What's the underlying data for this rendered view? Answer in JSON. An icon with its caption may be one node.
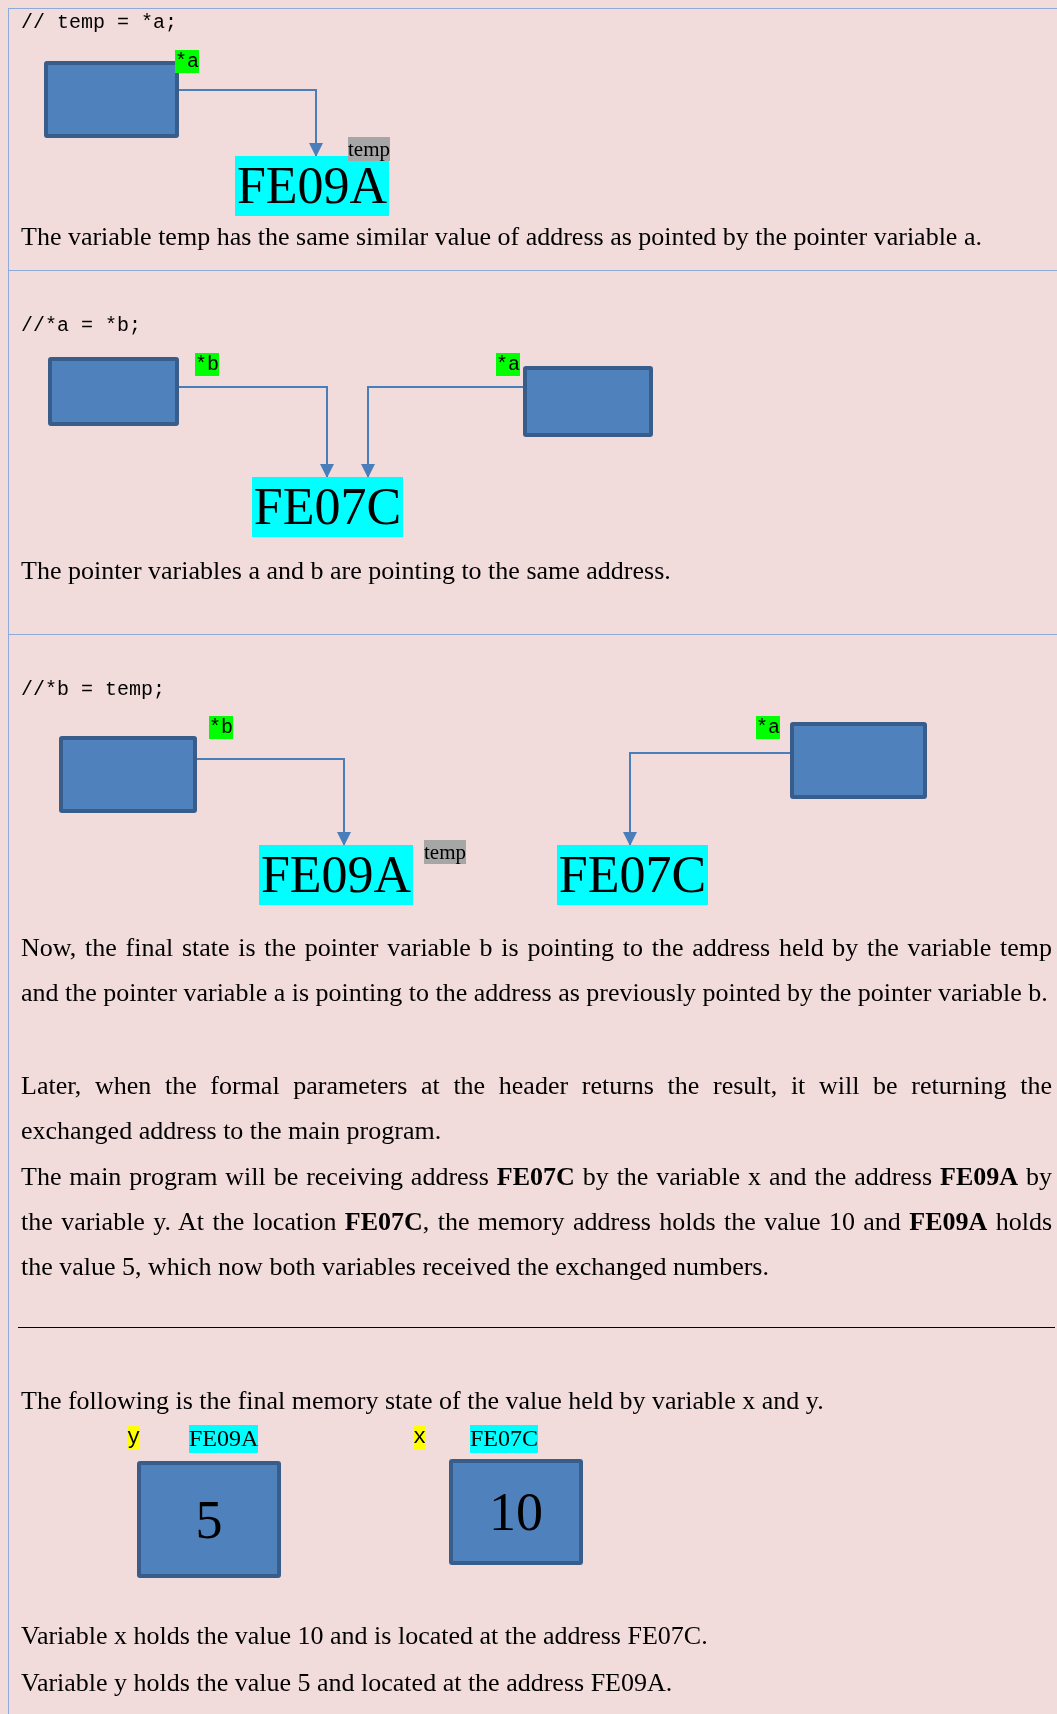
{
  "diagram": {
    "nodes": [
      {
        "text": [],
        "shape": "box",
        "beside": [
          "*a"
        ]
      },
      {
        "text": [
          "FE09A"
        ],
        "beside": [
          "temp"
        ]
      },
      {
        "text": [],
        "shape": "box",
        "beside": [
          "*b"
        ]
      },
      {
        "text": [],
        "shape": "box",
        "beside": [
          "*a"
        ]
      },
      {
        "text": [
          "FE07C"
        ]
      },
      {
        "text": [],
        "shape": "box",
        "beside": [
          "*b"
        ]
      },
      {
        "text": [],
        "shape": "box",
        "beside": [
          "*a"
        ]
      },
      {
        "text": [
          "FE09A"
        ],
        "beside": [
          "temp"
        ]
      },
      {
        "text": [
          "FE07C"
        ]
      },
      {
        "text": [
          "5"
        ],
        "beside": [
          "y",
          "FE09A"
        ]
      },
      {
        "text": [
          "10"
        ],
        "beside": [
          "x",
          "FE07C"
        ]
      }
    ],
    "edges": [
      {
        "from": 0,
        "to": 1,
        "arrow": "to"
      },
      {
        "from": 2,
        "to": 4,
        "arrow": "to"
      },
      {
        "from": 3,
        "to": 4,
        "arrow": "to"
      },
      {
        "from": 5,
        "to": 7,
        "arrow": "to"
      },
      {
        "from": 6,
        "to": 8,
        "arrow": "to"
      }
    ],
    "labels": [
      "// temp = *a;",
      "The variable temp has the same similar value of address as pointed by the pointer variable a.",
      "//*a = *b;",
      "The pointer variables a and b are pointing to the same address.",
      "//*b = temp;",
      "Now, the final state is the pointer variable b is pointing to the address held by the variable temp and the pointer variable a is pointing to the address as previously pointed by the pointer variable b.",
      "Later, when the formal parameters at the header returns the result, it will be returning the exchanged address to the main program.",
      "The main program will be receiving address **FE07C** by the variable x and the address **FE09A** by the variable y. At the location **FE07C**, the memory address holds the value 10 and **FE09A** holds the value 5, which now both variables received the exchanged numbers.",
      "The following is the final memory state of the value held by variable x and y.",
      "Variable x holds the value 10 and is located at the address FE07C.",
      "Variable y holds the value 5 and located at the address FE09A."
    ]
  }
}
